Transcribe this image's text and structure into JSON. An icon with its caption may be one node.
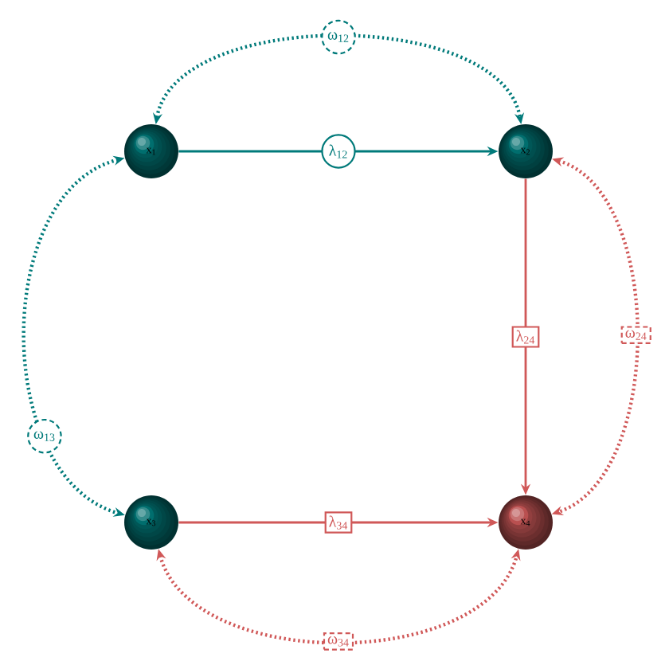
{
  "diagram": {
    "nodes": [
      {
        "text": [
          "x$_{1}$"
        ]
      },
      {
        "text": [
          "x$_{2}$"
        ]
      },
      {
        "text": [
          "x$_{3}$"
        ]
      },
      {
        "text": [
          "x$_{4}$"
        ]
      }
    ],
    "edges": [
      {
        "from": 0,
        "to": 1,
        "arrow": "to",
        "label": "λ$_{12}$",
        "color": "#007a7a"
      },
      {
        "from": 1,
        "to": 3,
        "arrow": "to",
        "label": "λ$_{24}$",
        "color": "#d05858"
      },
      {
        "from": 2,
        "to": 3,
        "arrow": "to",
        "label": "λ$_{34}$",
        "color": "#d05858"
      },
      {
        "from": 0,
        "to": 1,
        "arrow": "both",
        "label": "ω$_{12}$",
        "style": "dashed",
        "color": "#007a7a"
      },
      {
        "from": 0,
        "to": 2,
        "arrow": "both",
        "label": "ω$_{13}$",
        "style": "dashed",
        "color": "#007a7a"
      },
      {
        "from": 1,
        "to": 3,
        "arrow": "both",
        "label": "ω$_{24}$",
        "style": "dashed",
        "color": "#d05858"
      },
      {
        "from": 2,
        "to": 3,
        "arrow": "both",
        "label": "ω$_{34}$",
        "style": "dashed",
        "color": "#d05858"
      }
    ]
  }
}
